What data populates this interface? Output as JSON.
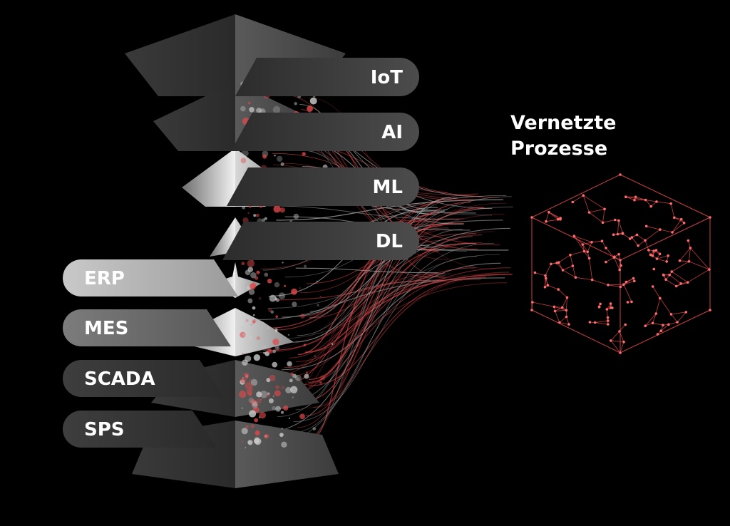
{
  "diagram": {
    "title_lines": [
      "Vernetzte",
      "Prozesse"
    ],
    "top_labels": [
      "IoT",
      "AI",
      "ML",
      "DL"
    ],
    "bottom_labels": [
      "ERP",
      "MES",
      "SCADA",
      "SPS"
    ]
  },
  "colors": {
    "background": "#000000",
    "label_text": "#ffffff",
    "accent_red": "#e0484b",
    "light_gray": "#d7d7d7",
    "dark_gray": "#2e2e2e"
  },
  "graphics": {
    "inverted_pyramid": "layered-funnel",
    "upright_pyramid": "layered-pyramid",
    "flow": "particle-streams",
    "network": "wireframe-cube"
  }
}
